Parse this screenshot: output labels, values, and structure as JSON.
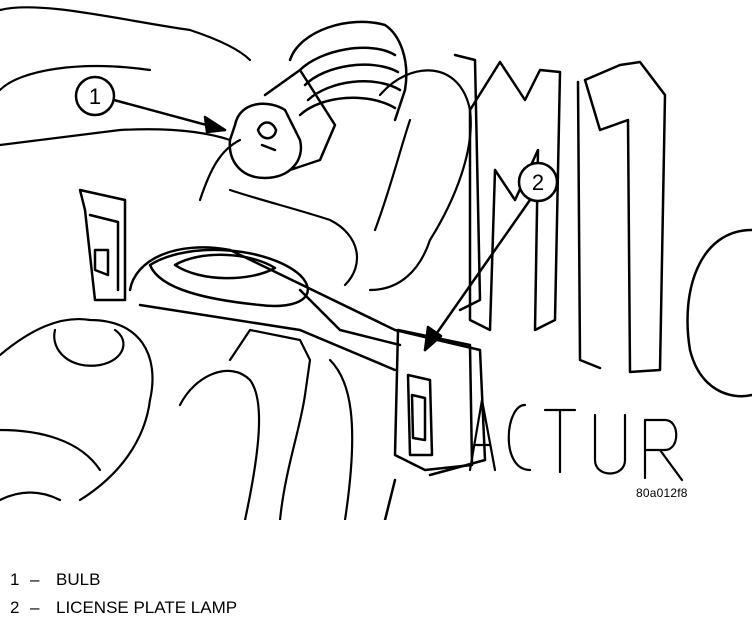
{
  "figure": {
    "code": "80a012f8",
    "callouts": [
      {
        "number": "1"
      },
      {
        "number": "2"
      }
    ],
    "plate_lettering": [
      "M",
      "1",
      "ACTUR"
    ]
  },
  "legend": {
    "separator": "–",
    "items": [
      {
        "number": "1",
        "label": "BULB"
      },
      {
        "number": "2",
        "label": "LICENSE PLATE LAMP"
      }
    ]
  },
  "colors": {
    "line": "#000000",
    "background": "#ffffff"
  }
}
